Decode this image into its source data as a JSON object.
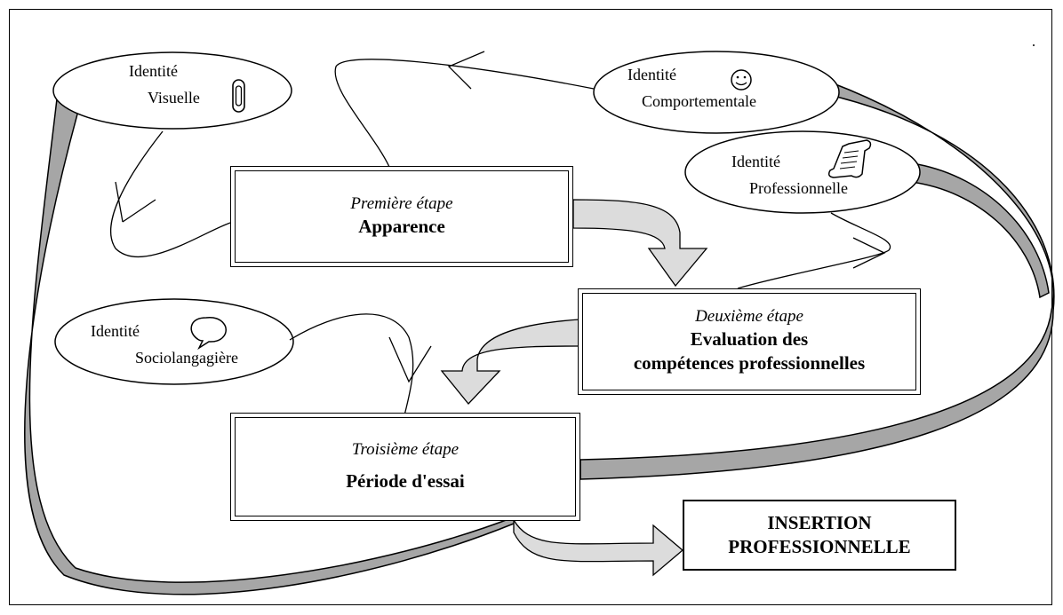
{
  "stages": [
    {
      "step": "Première étape",
      "name": "Apparence"
    },
    {
      "step": "Deuxième étape",
      "name_line1": "Evaluation des",
      "name_line2": "compétences professionnelles"
    },
    {
      "step": "Troisième étape",
      "name": "Période d'essai"
    }
  ],
  "identities": {
    "visuelle": {
      "line1": "Identité",
      "line2": "Visuelle",
      "icon": "paperclip-icon"
    },
    "comportementale": {
      "line1": "Identité",
      "line2": "Comportementale",
      "icon": "smiley-icon"
    },
    "professionnelle": {
      "line1": "Identité",
      "line2": "Professionnelle",
      "icon": "scroll-icon"
    },
    "sociolangagiere": {
      "line1": "Identité",
      "line2": "Sociolangagière",
      "icon": "speech-bubble-icon"
    }
  },
  "final": {
    "line1": "INSERTION",
    "line2": "PROFESSIONNELLE"
  },
  "colors": {
    "band_fill": "#a6a6a6",
    "arrow_fill": "#dcdcdc",
    "stroke": "#000000"
  }
}
